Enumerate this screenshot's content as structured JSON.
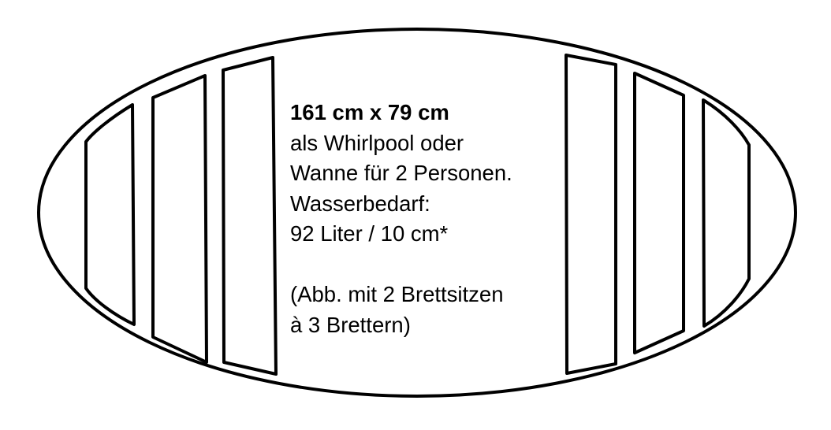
{
  "tub": {
    "title": "161 cm x 79 cm",
    "lines": [
      "als Whirlpool oder",
      "Wanne für 2 Personen.",
      "Wasserbedarf:",
      "92 Liter / 10 cm*"
    ],
    "note_lines": [
      "(Abb. mit 2 Brettsitzen",
      "à 3 Brettern)"
    ]
  },
  "colors": {
    "stroke": "#000000",
    "background": "#ffffff"
  }
}
